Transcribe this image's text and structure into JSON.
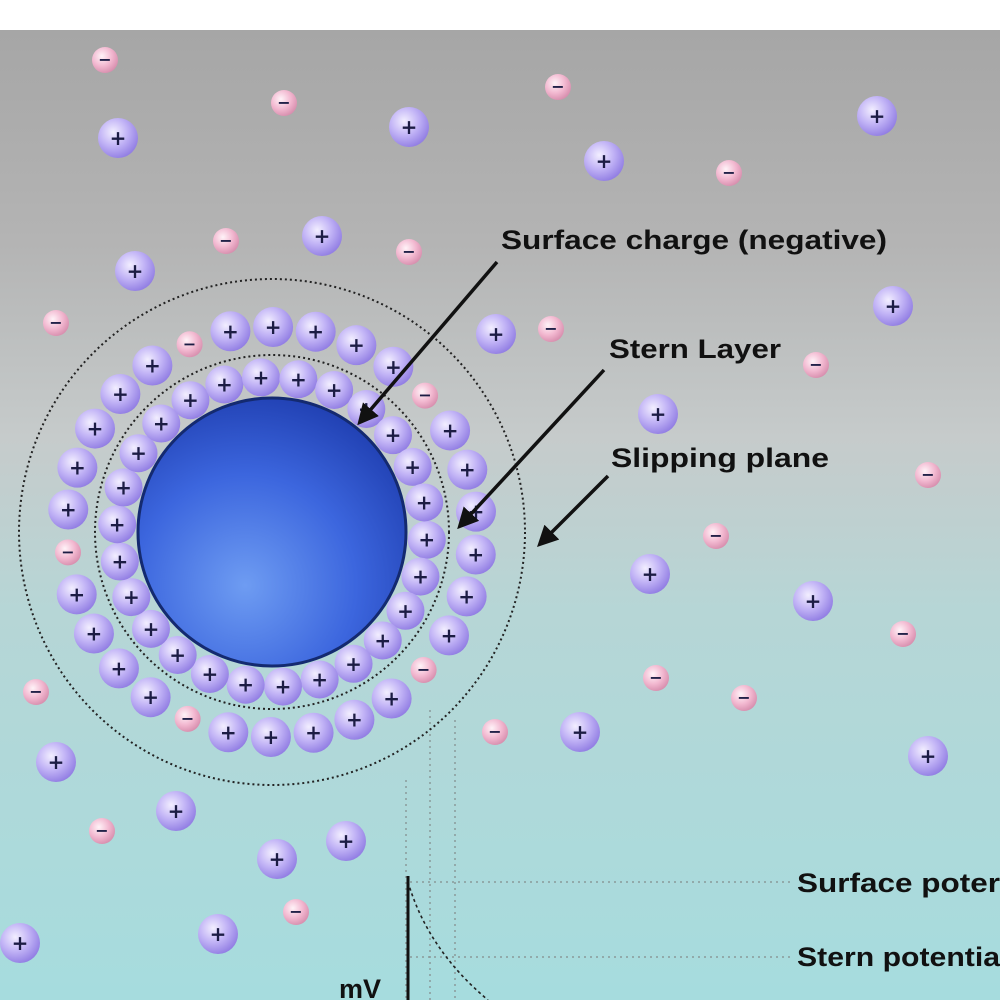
{
  "labels": {
    "surface_charge": "Surface charge (negative)",
    "stern_layer": "Stern Layer",
    "slipping_plane": "Slipping plane",
    "surface_potential": "Surface poter",
    "stern_potential": "Stern potentia",
    "axis_unit": "mV"
  },
  "ion_symbols": {
    "cation": "+",
    "anion": "−"
  },
  "colors": {
    "background_top": "#a6a6a6",
    "background_bottom": "#a9dcde",
    "particle": "#3a63df",
    "cation": "#b6a6f2",
    "anion": "#f3b6cf",
    "ion_sign": "#1c1c44"
  }
}
